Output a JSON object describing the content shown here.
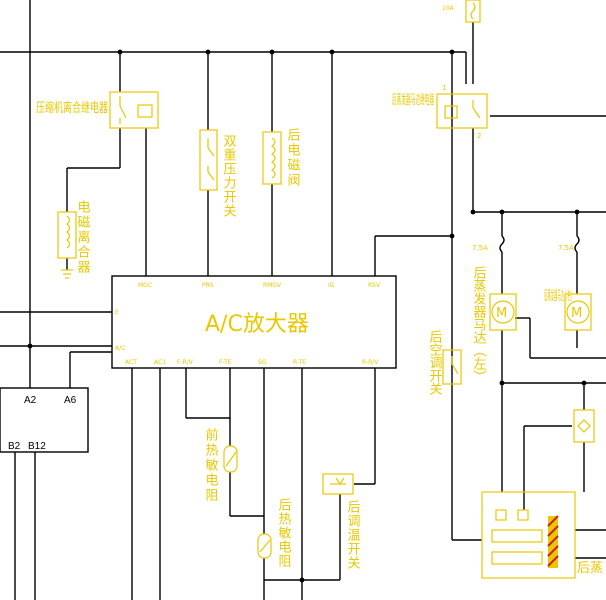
{
  "amplifier": {
    "title": "A/C放大器",
    "pins_top": [
      "MGC",
      "PRS",
      "RMGV",
      "IG",
      "RSV"
    ],
    "pins_left": [
      "E",
      "A/C"
    ],
    "pins_bottom": [
      "ACT",
      "AC1",
      "F-R/V",
      "F-TE",
      "SG",
      "R-TE",
      "R-R/V"
    ]
  },
  "labels": {
    "compressor_relay": "压缩机离合继电器",
    "clutch": "电磁离合器",
    "dual_pressure_switch": "双重压力开关",
    "rear_solenoid": "后电磁阀",
    "rear_evap_relay": "后蒸发器马达继电器",
    "rear_evap_motor_left": "后蒸发器马达（左）",
    "rear_evap_motor_right": "后蒸发器马达（右）",
    "rear_ac_switch": "后空调开关",
    "front_thermistor": "前热敏电阻",
    "rear_thermistor": "后热敏电阻",
    "rear_temp_switch": "后调温开关",
    "rear_edge": "后蒸"
  },
  "fuses": {
    "left": "7.5A",
    "right": "7.5A",
    "top": "10A"
  },
  "unit_pins": [
    "B2",
    "B12",
    "A2",
    "A6"
  ]
}
